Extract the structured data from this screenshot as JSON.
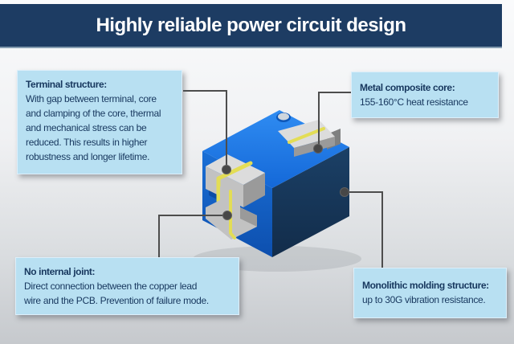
{
  "title": "Highly reliable power circuit design",
  "callouts": {
    "terminal_structure": {
      "heading": "Terminal structure:",
      "body": "With gap between terminal, core\nand clamping of the core, thermal\nand mechanical stress can be\nreduced. This results in higher\nrobustness and longer lifetime."
    },
    "metal_composite_core": {
      "heading": "Metal composite core:",
      "body": "155-160°C heat resistance"
    },
    "no_internal_joint": {
      "heading": "No internal joint:",
      "body": "Direct connection between the copper lead\nwire and the PCB. Prevention of failure mode."
    },
    "monolithic_molding": {
      "heading": "Monolithic molding structure:",
      "body": "up to 30G vibration resistance."
    }
  },
  "illustration": {
    "subject": "3D cutaway view of a blue molded power inductor showing metal terminals and copper wire"
  },
  "colors": {
    "title_bar": "#1d3c63",
    "title_text": "#ffffff",
    "callout_bg": "#b8e0f2",
    "callout_text": "#17375e",
    "connector_line": "#4d4d4d",
    "anchor_dot": "#474747",
    "body_top_blue": "#2388f0",
    "body_side_blue": "#1162c8",
    "body_dark_blue": "#16395f",
    "copper_wire": "#e3dd55",
    "terminal_gray": "#c2c2c2"
  }
}
